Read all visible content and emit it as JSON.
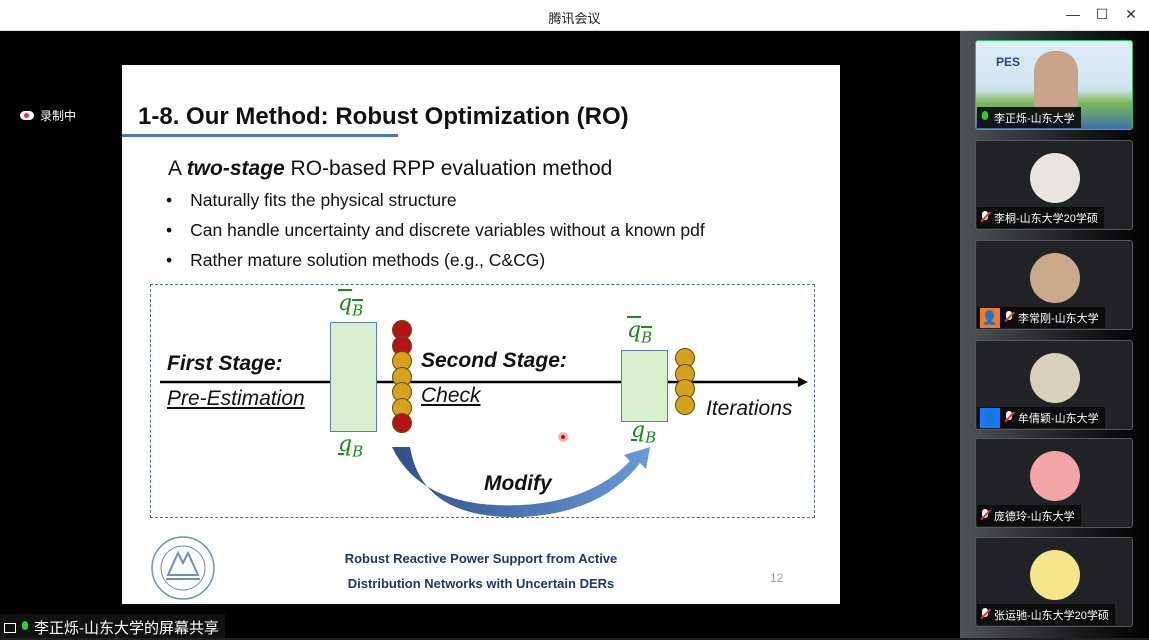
{
  "app": {
    "title": "腾讯会议"
  },
  "window_controls": {
    "minimize": "—",
    "maximize": "☐",
    "close": "✕"
  },
  "recording": {
    "label": "录制中"
  },
  "slide": {
    "title": "1-8. Our Method: Robust Optimization (RO)",
    "subtitle_pre": "A ",
    "subtitle_em": "two-stage",
    "subtitle_post": " RO-based RPP evaluation method",
    "bullets": [
      "Naturally fits the physical structure",
      "Can handle uncertainty and discrete variables without a known pdf",
      "Rather mature solution methods (e.g., C&CG)"
    ],
    "diagram": {
      "first_stage": "First Stage:",
      "pre_estimation": "Pre-Estimation",
      "second_stage": "Second Stage:",
      "check": "Check",
      "iterations": "Iterations",
      "modify": "Modify",
      "q": "q",
      "sub": "B"
    },
    "footer_line1": "Robust Reactive Power Support from Active",
    "footer_line2": "Distribution Networks with Uncertain DERs",
    "page_number": "12",
    "colors": {
      "red": "#b3121a",
      "gold": "#d4a21c"
    }
  },
  "share_label": "李正烁-山东大学的屏幕共享",
  "participants": [
    {
      "name": "李正烁-山东大学",
      "mic": "on"
    },
    {
      "name": "李桐-山东大学20学硕",
      "mic": "off"
    },
    {
      "name": "李常刚-山东大学",
      "mic": "off",
      "badge": "orange"
    },
    {
      "name": "牟倩颖-山东大学",
      "mic": "off",
      "badge": "blue"
    },
    {
      "name": "庞德玲-山东大学",
      "mic": "off"
    },
    {
      "name": "张运驰-山东大学20学硕",
      "mic": "off"
    }
  ]
}
